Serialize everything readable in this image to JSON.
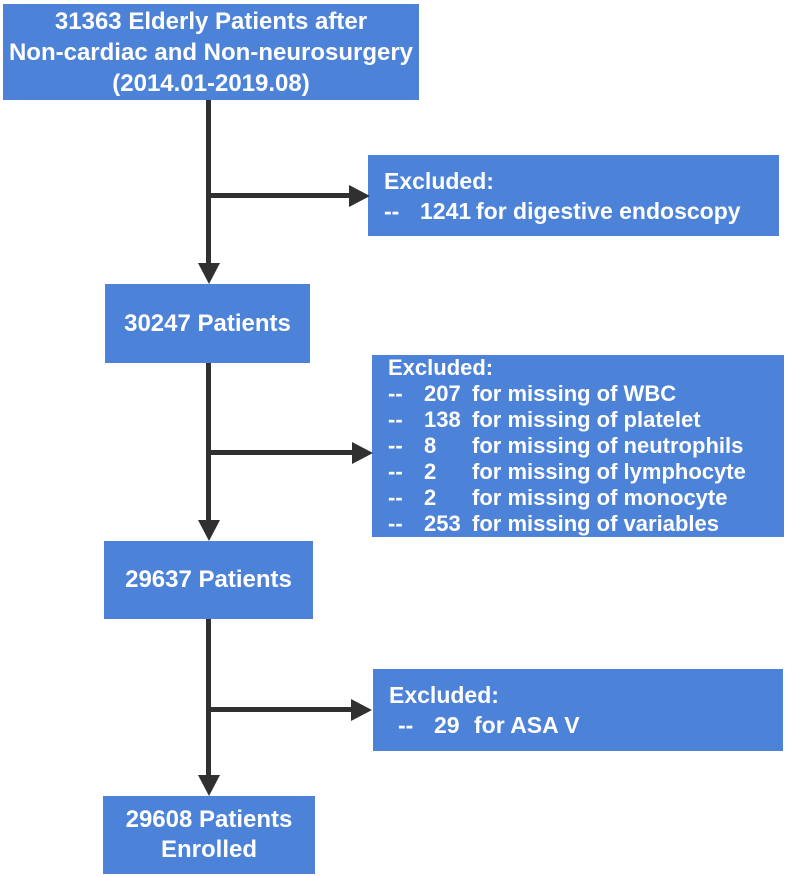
{
  "colors": {
    "box_fill": "#4C82D8",
    "arrow": "#303030",
    "text": "#ffffff"
  },
  "flow": {
    "top_box": {
      "lines": [
        "31363 Elderly Patients after",
        "Non-cardiac and Non-neurosurgery",
        "(2014.01-2019.08)"
      ]
    },
    "box_30247": {
      "label": "30247 Patients"
    },
    "box_29637": {
      "label": "29637 Patients"
    },
    "box_29608": {
      "lines": [
        "29608 Patients",
        "Enrolled"
      ]
    },
    "excluded_1": {
      "header": "Excluded:",
      "items": [
        {
          "dash": "--",
          "num": "1241",
          "reason": "for digestive endoscopy"
        }
      ]
    },
    "excluded_2": {
      "header": "Excluded:",
      "items": [
        {
          "dash": "--",
          "num": "207",
          "reason": "for missing of WBC"
        },
        {
          "dash": "--",
          "num": "138",
          "reason": "for missing of platelet"
        },
        {
          "dash": "--",
          "num": "8",
          "reason": "for missing of neutrophils"
        },
        {
          "dash": "--",
          "num": "2",
          "reason": "for missing of lymphocyte"
        },
        {
          "dash": "--",
          "num": "2",
          "reason": "for missing of monocyte"
        },
        {
          "dash": "--",
          "num": "253",
          "reason": "for missing of variables"
        }
      ]
    },
    "excluded_3": {
      "header": "Excluded:",
      "items": [
        {
          "dash": "--",
          "num": "29",
          "reason": "for ASA V"
        }
      ]
    }
  }
}
